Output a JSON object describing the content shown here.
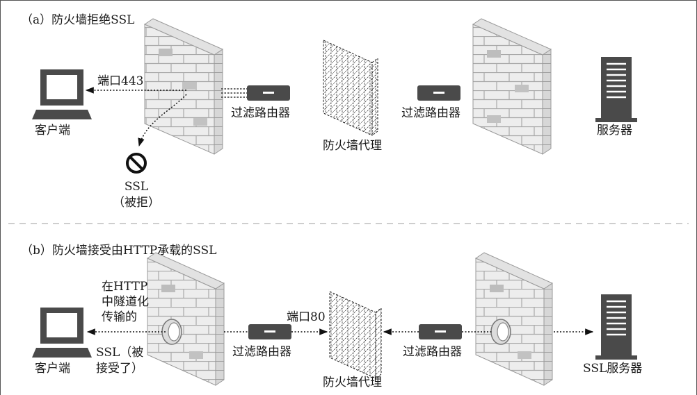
{
  "panel_a": {
    "title": "（a）防火墙拒绝SSL",
    "port_label": "端口443",
    "client_label": "客户端",
    "filter_router_1": "过滤路由器",
    "proxy_label": "防火墙代理",
    "filter_router_2": "过滤路由器",
    "server_label": "服务器",
    "ssl_line1": "SSL",
    "ssl_line2": "（被拒）"
  },
  "panel_b": {
    "title": "（b）防火墙接受由HTTP承载的SSL",
    "tunnel_line1": "在HTTP",
    "tunnel_line2": "中隧道化",
    "tunnel_line3": "传输的",
    "accepted_line1": "SSL（被",
    "accepted_line2": "接受了）",
    "client_label": "客户端",
    "filter_router_1": "过滤路由器",
    "port_label": "端口80",
    "proxy_label": "防火墙代理",
    "filter_router_2": "过滤路由器",
    "server_label": "SSL服务器"
  }
}
